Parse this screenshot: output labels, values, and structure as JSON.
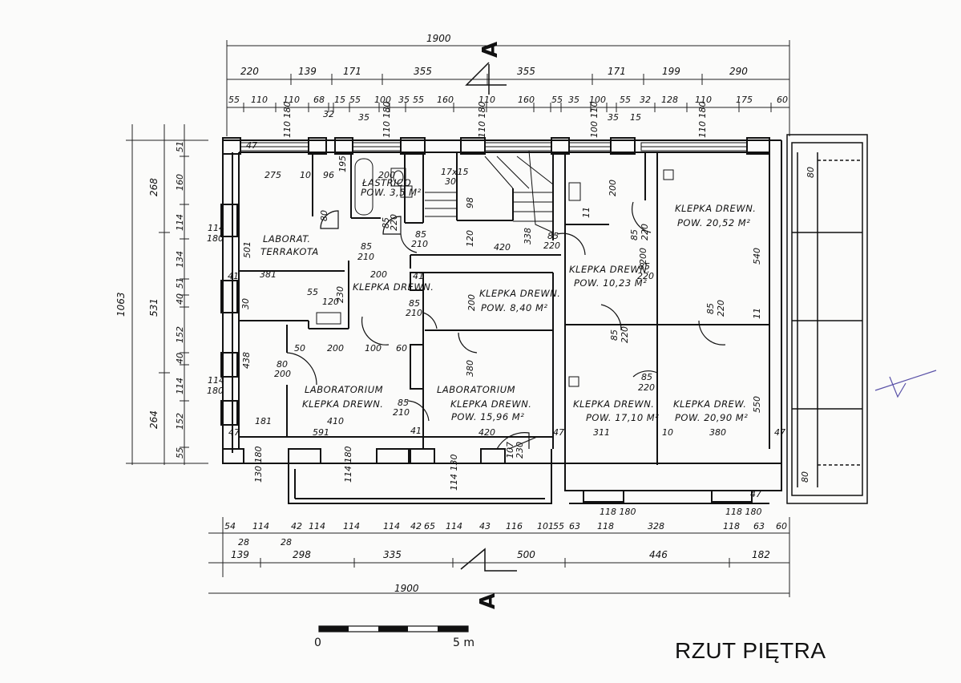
{
  "title": "RZUT PIĘTRA",
  "section_mark": "A",
  "scale": {
    "start": "0",
    "end": "5 m"
  },
  "dims_top": {
    "overall": "1900",
    "row2": [
      "220",
      "139",
      "171",
      "355",
      "355",
      "171",
      "199",
      "290"
    ],
    "row3": [
      "55",
      "110",
      "110",
      "68",
      "15",
      "55",
      "100",
      "35",
      "55",
      "160",
      "110",
      "160",
      "55",
      "35",
      "100",
      "55",
      "32",
      "128",
      "110",
      "175",
      "60"
    ],
    "sub": [
      "32",
      "35",
      "35",
      "15"
    ]
  },
  "dims_bottom": {
    "overall": "1900",
    "row1": [
      "54",
      "114",
      "42",
      "114",
      "114",
      "114",
      "42",
      "65",
      "114",
      "43",
      "116",
      "101",
      "55",
      "63",
      "118",
      "328",
      "118",
      "63",
      "60"
    ],
    "row2": [
      "139",
      "298",
      "335",
      "500",
      "446",
      "182"
    ],
    "sub": [
      "28",
      "28"
    ]
  },
  "dims_left": {
    "outer": "1063",
    "mid": [
      "268",
      "531",
      "264"
    ],
    "inner": [
      "51",
      "160",
      "114",
      "134",
      "51",
      "40",
      "152",
      "40",
      "114",
      "152",
      "55"
    ],
    "window": [
      "114",
      "180",
      "114",
      "180"
    ]
  },
  "windows": {
    "top": [
      "110 180",
      "110 180",
      "110 180",
      "100 110",
      "110 180"
    ],
    "bottom": [
      "130 180",
      "114 180",
      "114 130",
      "118 180",
      "118 180"
    ]
  },
  "rooms": [
    {
      "name": "LABORAT.",
      "floor": "TERRAKOTA"
    },
    {
      "name": "ŁAŚTRICO",
      "area": "POW. 3,5 M²"
    },
    {
      "name": "KLEPKA DREWN."
    },
    {
      "name": "KLEPKA DREWN.",
      "area": "POW. 8,40 M²"
    },
    {
      "name": "LABORATORIUM",
      "floor": "KLEPKA DREWN."
    },
    {
      "name": "LABORATORIUM",
      "floor": "KLEPKA DREWN.",
      "area": "POW. 15,96 M²"
    },
    {
      "name": "KLEPKA DREWN.",
      "area": "POW. 10,23 M²"
    },
    {
      "name": "KLEPKA DREWN.",
      "area": "POW. 20,52 M²"
    },
    {
      "name": "KLEPKA DREWN.",
      "area": "POW. 17,10 M²"
    },
    {
      "name": "KLEPKA DREW.",
      "area": "POW. 20,90 M²"
    }
  ],
  "inner_dims": [
    "275",
    "10",
    "96",
    "195",
    "200",
    "50",
    "80",
    "200",
    "381",
    "120",
    "55",
    "230",
    "501",
    "30",
    "80",
    "85",
    "210",
    "200",
    "85",
    "210",
    "85",
    "220",
    "120",
    "420",
    "338",
    "85",
    "220",
    "85",
    "220",
    "85",
    "210",
    "41",
    "41",
    "41",
    "200",
    "50",
    "200",
    "100",
    "60",
    "438",
    "80",
    "200",
    "181",
    "410",
    "591",
    "85",
    "210",
    "41",
    "420",
    "107",
    "230",
    "380",
    "41",
    "47",
    "47",
    "47",
    "47",
    "11",
    "200",
    "85",
    "220",
    "200",
    "540",
    "85",
    "220",
    "11",
    "85",
    "220",
    "85",
    "220",
    "311",
    "10",
    "380",
    "550",
    "47",
    "17x15",
    "30",
    "98",
    "80",
    "80"
  ]
}
